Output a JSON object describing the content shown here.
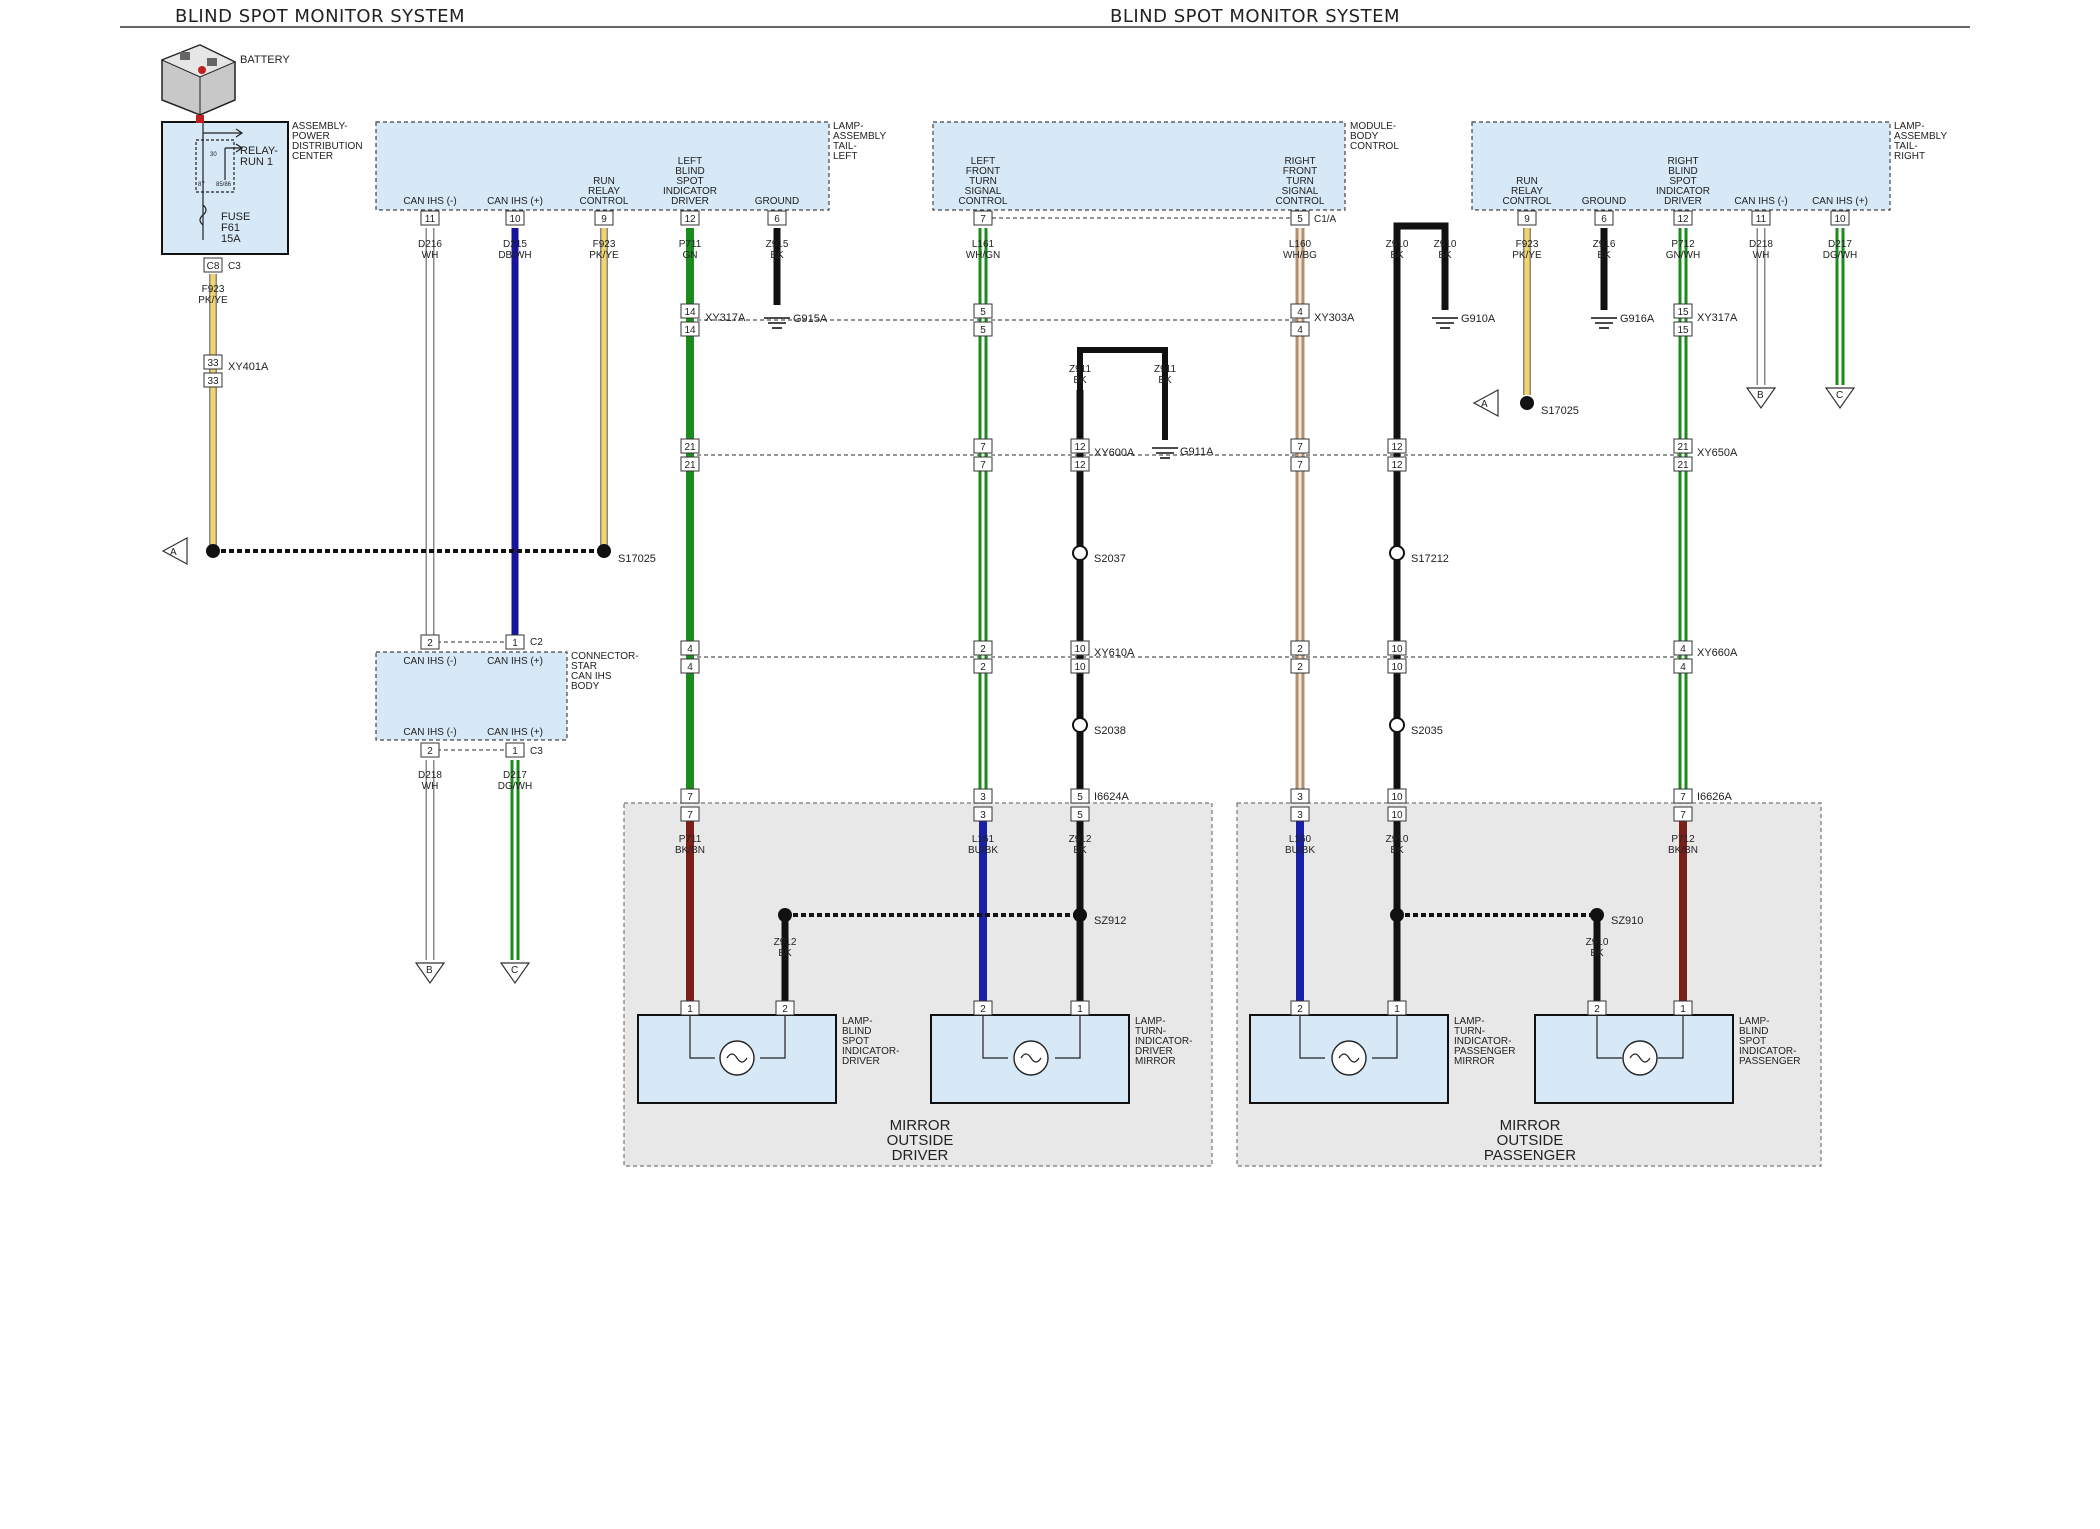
{
  "header": {
    "title_left": "BLIND SPOT MONITOR SYSTEM",
    "title_right": "BLIND SPOT MONITOR SYSTEM"
  },
  "battery": {
    "label": "BATTERY"
  },
  "pdc": {
    "name_lines": [
      "ASSEMBLY-",
      "POWER",
      "DISTRIBUTION",
      "CENTER"
    ],
    "relay_lines": [
      "RELAY-",
      "RUN 1"
    ],
    "relay_pins": [
      "30",
      "87",
      "85/86"
    ],
    "fuse_lines": [
      "FUSE",
      "F61",
      "15A"
    ],
    "pin": "C8",
    "connector": "C3"
  },
  "modules": {
    "lamp_left": {
      "name_lines": [
        "LAMP-",
        "ASSEMBLY",
        "TAIL-",
        "LEFT"
      ],
      "pins": [
        {
          "label": [
            "CAN IHS (-)"
          ],
          "num": "11"
        },
        {
          "label": [
            "CAN IHS (+)"
          ],
          "num": "10"
        },
        {
          "label": [
            "RUN",
            "RELAY",
            "CONTROL"
          ],
          "num": "9"
        },
        {
          "label": [
            "LEFT",
            "BLIND",
            "SPOT",
            "INDICATOR",
            "DRIVER"
          ],
          "num": "12"
        },
        {
          "label": [
            "GROUND"
          ],
          "num": "6"
        }
      ]
    },
    "body_control": {
      "name_lines": [
        "MODULE-",
        "BODY",
        "CONTROL"
      ],
      "connector": "C1/A",
      "pins": [
        {
          "label": [
            "LEFT",
            "FRONT",
            "TURN",
            "SIGNAL",
            "CONTROL"
          ],
          "num": "7"
        },
        {
          "label": [
            "RIGHT",
            "FRONT",
            "TURN",
            "SIGNAL",
            "CONTROL"
          ],
          "num": "5"
        }
      ]
    },
    "lamp_right": {
      "name_lines": [
        "LAMP-",
        "ASSEMBLY",
        "TAIL-",
        "RIGHT"
      ],
      "pins": [
        {
          "label": [
            "RUN",
            "RELAY",
            "CONTROL"
          ],
          "num": "9"
        },
        {
          "label": [
            "GROUND"
          ],
          "num": "6"
        },
        {
          "label": [
            "RIGHT",
            "BLIND",
            "SPOT",
            "INDICATOR",
            "DRIVER"
          ],
          "num": "12"
        },
        {
          "label": [
            "CAN IHS (-)"
          ],
          "num": "11"
        },
        {
          "label": [
            "CAN IHS (+)"
          ],
          "num": "10"
        }
      ]
    },
    "star_connector": {
      "name_lines": [
        "CONNECTOR-",
        "STAR",
        "CAN IHS",
        "BODY"
      ],
      "top_labels": [
        "CAN IHS (-)",
        "CAN IHS (+)"
      ],
      "bottom_labels": [
        "CAN IHS (-)",
        "CAN IHS (+)"
      ],
      "top_pins": [
        "2",
        "1"
      ],
      "top_connector": "C2",
      "bottom_pins": [
        "2",
        "1"
      ],
      "bottom_connector": "C3"
    }
  },
  "wires": [
    {
      "id": "F923",
      "color": "PK/YE"
    },
    {
      "id": "D216",
      "color": "WH"
    },
    {
      "id": "D215",
      "color": "DB/WH"
    },
    {
      "id": "P711",
      "color": "GN"
    },
    {
      "id": "Z915",
      "color": "BK"
    },
    {
      "id": "L161",
      "color": "WH/GN"
    },
    {
      "id": "L160",
      "color": "WH/BG"
    },
    {
      "id": "Z910",
      "color": "BK"
    },
    {
      "id": "Z916",
      "color": "BK"
    },
    {
      "id": "P712",
      "color": "GN/WH"
    },
    {
      "id": "D218",
      "color": "WH"
    },
    {
      "id": "D217",
      "color": "DG/WH"
    },
    {
      "id": "Z911",
      "color": "BK"
    },
    {
      "id": "Z912",
      "color": "BK"
    },
    {
      "id": "P711",
      "color": "BK/BN"
    },
    {
      "id": "L161",
      "color": "BU/BK"
    },
    {
      "id": "L160",
      "color": "BU/BK"
    },
    {
      "id": "P712",
      "color": "BK/BN"
    }
  ],
  "grounds": [
    "G915A",
    "G910A",
    "G916A",
    "G911A"
  ],
  "splices": [
    "S17025",
    "S2037",
    "S2038",
    "SZ912",
    "S17212",
    "S2035",
    "SZ910"
  ],
  "inline_connectors": [
    "XY317A",
    "XY401A",
    "XY303A",
    "XY600A",
    "XY650A",
    "XY610A",
    "XY660A",
    "I6624A",
    "I6626A"
  ],
  "offpage": [
    "A",
    "B",
    "C"
  ],
  "lamps": [
    {
      "name_lines": [
        "LAMP-",
        "BLIND",
        "SPOT",
        "INDICATOR-",
        "DRIVER"
      ],
      "pins": [
        "1",
        "2"
      ]
    },
    {
      "name_lines": [
        "LAMP-",
        "TURN-",
        "INDICATOR-",
        "DRIVER",
        "MIRROR"
      ],
      "pins": [
        "2",
        "1"
      ]
    },
    {
      "name_lines": [
        "LAMP-",
        "TURN-",
        "INDICATOR-",
        "PASSENGER",
        "MIRROR"
      ],
      "pins": [
        "2",
        "1"
      ]
    },
    {
      "name_lines": [
        "LAMP-",
        "BLIND",
        "SPOT",
        "INDICATOR-",
        "PASSENGER"
      ],
      "pins": [
        "2",
        "1"
      ]
    }
  ],
  "mirror_groups": [
    {
      "label_lines": [
        "MIRROR",
        "OUTSIDE",
        "DRIVER"
      ]
    },
    {
      "label_lines": [
        "MIRROR",
        "OUTSIDE",
        "PASSENGER"
      ]
    }
  ],
  "colors": {
    "box_fill": "#d7e8f6",
    "group_fill": "#e8e8e8",
    "pk_ye": "#f3d46a",
    "green": "#1c8a1c",
    "navy": "#15149a",
    "blue": "#1a1fa8",
    "brown": "#7a2018",
    "black": "#111111",
    "white_wire": "#bdbdbd",
    "tan": "#d8c0a0"
  }
}
